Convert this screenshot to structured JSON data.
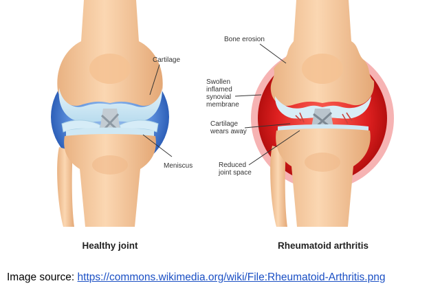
{
  "healthy": {
    "caption": "Healthy joint",
    "labels": {
      "cartilage": "Cartilage",
      "meniscus": "Meniscus"
    }
  },
  "ra": {
    "caption": "Rheumatoid arthritis",
    "labels": {
      "bone_erosion": "Bone erosion",
      "synovial": [
        "Swollen",
        "inflamed",
        "synovial",
        "membrane"
      ],
      "cartilage_wear": [
        "Cartilage",
        "wears away"
      ],
      "joint_space": [
        "Reduced",
        "joint space"
      ]
    }
  },
  "source": {
    "prefix": "Image source: ",
    "link_text": "https://commons.wikimedia.org/wiki/File:Rheumatoid-Arthritis.png"
  },
  "colors": {
    "bone": "#f5c9a0",
    "bone_shade": "#e2a878",
    "cartilage": "#cfe8f4",
    "healthy_capsule": "#3f74c9",
    "ra_capsule": "#d71f1f",
    "ra_capsule_edge": "#f3a7a7",
    "ligament": "#b9c4cc",
    "link": "#1a4fc4"
  }
}
